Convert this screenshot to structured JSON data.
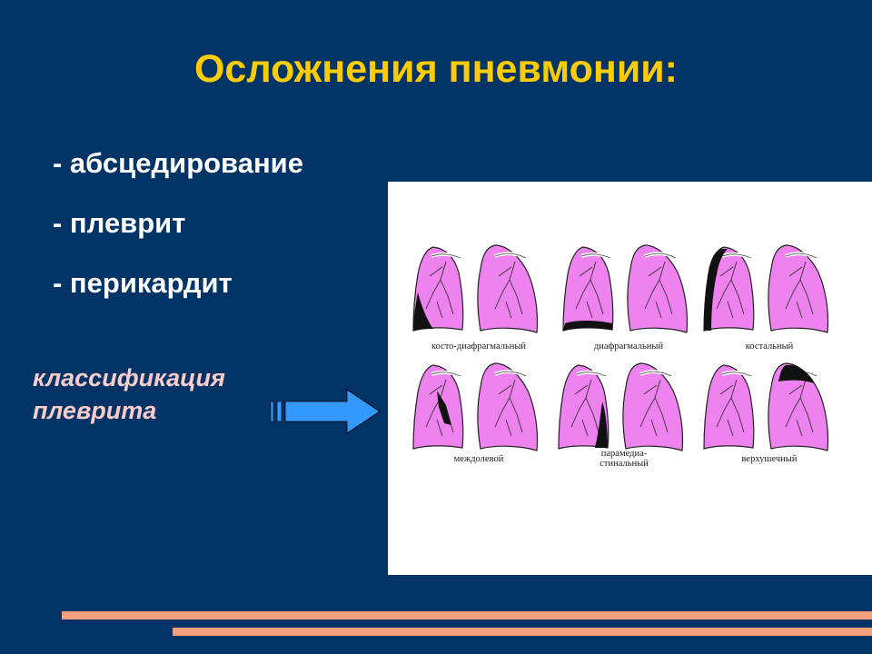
{
  "slide": {
    "title": "Осложнения пневмонии:",
    "bullets": [
      "- абсцедирование",
      "- плеврит",
      "- перикардит"
    ],
    "note_lines": [
      "классификация",
      "плеврита"
    ]
  },
  "figure": {
    "panels": [
      {
        "caption": "косто-диафрагмальный",
        "effusion": "costophrenic"
      },
      {
        "caption": "диафрагмальный",
        "effusion": "diaphragmatic"
      },
      {
        "caption": "костальный",
        "effusion": "costal"
      },
      {
        "caption": "междолевой",
        "effusion": "interlobar"
      },
      {
        "caption": "парамедиа-\nстинальный",
        "effusion": "paramediastinal"
      },
      {
        "caption": "верхушечный",
        "effusion": "apical"
      }
    ]
  },
  "colors": {
    "background": "#003366",
    "title": "#FFCC00",
    "bullet_text": "#FFFFFF",
    "note_text": "#FFCCCC",
    "arrow": "#3399FF",
    "lung": "#EE82EE",
    "effusion": "#111111",
    "accent_bars": "#F5A07A"
  }
}
